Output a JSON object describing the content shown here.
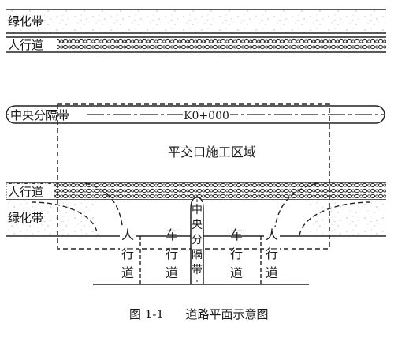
{
  "labels": {
    "green_belt": "绿化带",
    "sidewalk": "人行道",
    "median": "中央分隔带",
    "station": "K0+000",
    "work_zone": "平交口施工区域",
    "vertical_sidewalk": "人行道",
    "vertical_carriageway": "车行道",
    "vertical_median": "中央分隔带"
  },
  "caption": {
    "number": "图 1-1",
    "title": "道路平面示意图"
  }
}
